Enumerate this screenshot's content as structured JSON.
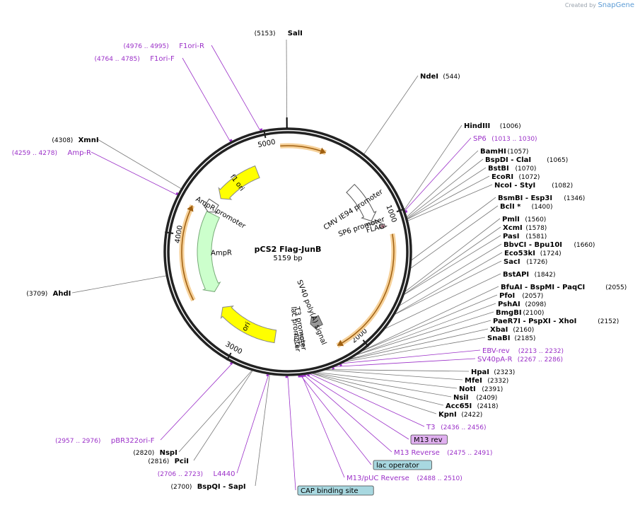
{
  "credit": {
    "prefix": "Created by",
    "brand": "SnapGene"
  },
  "plasmid": {
    "name": "pCS2 Flag-JunB",
    "length_label": "5159 bp",
    "length": 5159
  },
  "tick_labels": [
    {
      "pos": 1000,
      "text": "1000"
    },
    {
      "pos": 2000,
      "text": "2000"
    },
    {
      "pos": 3000,
      "text": "3000"
    },
    {
      "pos": 4000,
      "text": "4000"
    },
    {
      "pos": 5000,
      "text": "5000"
    }
  ],
  "features": [
    {
      "name": "CMV IE94 promoter",
      "label": "CMV IE94 promoter",
      "start": 640,
      "end": 1000,
      "type": "promoter"
    },
    {
      "name": "SP6 promoter",
      "label": "SP6 promoter",
      "start": 1013,
      "end": 1030,
      "type": "promoter"
    },
    {
      "name": "FLAG",
      "label": "FLAG",
      "start": 1060,
      "end": 1090,
      "type": "tag"
    },
    {
      "name": "SV40 poly(A) signal",
      "label": "SV40 poly(A) signal",
      "start": 2213,
      "end": 2330,
      "type": "polyA"
    },
    {
      "name": "T3 promoter",
      "label": "T3 promoter",
      "start": 2436,
      "end": 2456,
      "type": "promoter"
    },
    {
      "name": "lac promoter",
      "label": "lac promoter",
      "start": 2475,
      "end": 2520,
      "type": "promoter"
    },
    {
      "name": "ori",
      "label": "ori",
      "start": 2700,
      "end": 3290,
      "type": "ori"
    },
    {
      "name": "AmpR",
      "label": "AmpR",
      "start": 3460,
      "end": 4250,
      "type": "cds"
    },
    {
      "name": "AmpR promoter",
      "label": "AmpR promoter",
      "start": 4250,
      "end": 4355,
      "type": "promoter"
    },
    {
      "name": "f1 ori",
      "label": "f1 ori",
      "start": 4420,
      "end": 4860,
      "type": "ori"
    }
  ],
  "inner_arrows": [
    {
      "name": "JunB insert",
      "start": 1150,
      "end": 2180
    },
    {
      "name": "upper insert",
      "start": 5100,
      "end": 300
    },
    {
      "name": "AmpR ORF",
      "start": 3480,
      "end": 4240
    }
  ],
  "sites": [
    {
      "name": "SalI",
      "pos": 5153,
      "label_pos": "(5153)",
      "enzyme": true
    },
    {
      "name": "NdeI",
      "pos": 544,
      "label_pos": "(544)",
      "enzyme": true
    },
    {
      "name": "HindIII",
      "pos": 1006,
      "label_pos": "(1006)",
      "enzyme": true
    },
    {
      "name": "SP6",
      "pos": 1013,
      "label_pos": "(1013 .. 1030)",
      "enzyme": false
    },
    {
      "name": "BamHI",
      "pos": 1057,
      "label_pos": "(1057)",
      "enzyme": true
    },
    {
      "name": "BspDI - ClaI",
      "pos": 1065,
      "label_pos": "(1065)",
      "enzyme": true
    },
    {
      "name": "BstBI",
      "pos": 1070,
      "label_pos": "(1070)",
      "enzyme": true
    },
    {
      "name": "EcoRI",
      "pos": 1072,
      "label_pos": "(1072)",
      "enzyme": true
    },
    {
      "name": "NcoI - StyI",
      "pos": 1082,
      "label_pos": "(1082)",
      "enzyme": true
    },
    {
      "name": "BsmBI - Esp3I",
      "pos": 1346,
      "label_pos": "(1346)",
      "enzyme": true
    },
    {
      "name": "BclI *",
      "pos": 1400,
      "label_pos": "(1400)",
      "enzyme": true
    },
    {
      "name": "PmlI",
      "pos": 1560,
      "label_pos": "(1560)",
      "enzyme": true
    },
    {
      "name": "XcmI",
      "pos": 1578,
      "label_pos": "(1578)",
      "enzyme": true
    },
    {
      "name": "PasI",
      "pos": 1581,
      "label_pos": "(1581)",
      "enzyme": true
    },
    {
      "name": "BbvCI - Bpu10I",
      "pos": 1660,
      "label_pos": "(1660)",
      "enzyme": true
    },
    {
      "name": "Eco53kI",
      "pos": 1724,
      "label_pos": "(1724)",
      "enzyme": true
    },
    {
      "name": "SacI",
      "pos": 1726,
      "label_pos": "(1726)",
      "enzyme": true
    },
    {
      "name": "BstAPI",
      "pos": 1842,
      "label_pos": "(1842)",
      "enzyme": true
    },
    {
      "name": "BfuAI - BspMI - PaqCI",
      "pos": 2055,
      "label_pos": "(2055)",
      "enzyme": true
    },
    {
      "name": "PfoI",
      "pos": 2057,
      "label_pos": "(2057)",
      "enzyme": true
    },
    {
      "name": "PshAI",
      "pos": 2098,
      "label_pos": "(2098)",
      "enzyme": true
    },
    {
      "name": "BmgBI",
      "pos": 2100,
      "label_pos": "(2100)",
      "enzyme": true
    },
    {
      "name": "PaeR7I - PspXI - XhoI",
      "pos": 2152,
      "label_pos": "(2152)",
      "enzyme": true
    },
    {
      "name": "XbaI",
      "pos": 2160,
      "label_pos": "(2160)",
      "enzyme": true
    },
    {
      "name": "SnaBI",
      "pos": 2185,
      "label_pos": "(2185)",
      "enzyme": true
    },
    {
      "name": "EBV-rev",
      "pos": 2213,
      "label_pos": "(2213 .. 2232)",
      "enzyme": false
    },
    {
      "name": "SV40pA-R",
      "pos": 2267,
      "label_pos": "(2267 .. 2286)",
      "enzyme": false
    },
    {
      "name": "HpaI",
      "pos": 2323,
      "label_pos": "(2323)",
      "enzyme": true
    },
    {
      "name": "MfeI",
      "pos": 2332,
      "label_pos": "(2332)",
      "enzyme": true
    },
    {
      "name": "NotI",
      "pos": 2391,
      "label_pos": "(2391)",
      "enzyme": true
    },
    {
      "name": "NsiI",
      "pos": 2409,
      "label_pos": "(2409)",
      "enzyme": true
    },
    {
      "name": "Acc65I",
      "pos": 2418,
      "label_pos": "(2418)",
      "enzyme": true
    },
    {
      "name": "KpnI",
      "pos": 2422,
      "label_pos": "(2422)",
      "enzyme": true
    },
    {
      "name": "T3",
      "pos": 2436,
      "label_pos": "(2436 .. 2456)",
      "enzyme": false
    },
    {
      "name": "M13 rev",
      "pos": 2460,
      "label_pos": "",
      "enzyme": false,
      "box": "purple"
    },
    {
      "name": "M13 Reverse",
      "pos": 2475,
      "label_pos": "(2475 .. 2491)",
      "enzyme": false
    },
    {
      "name": "lac operator",
      "pos": 2497,
      "label_pos": "",
      "enzyme": false,
      "box": "teal"
    },
    {
      "name": "M13/pUC Reverse",
      "pos": 2488,
      "label_pos": "(2488 .. 2510)",
      "enzyme": false
    },
    {
      "name": "CAP binding site",
      "pos": 2580,
      "label_pos": "",
      "enzyme": false,
      "box": "teal"
    },
    {
      "name": "BspQI - SapI",
      "pos": 2700,
      "label_pos": "(2700)",
      "enzyme": true
    },
    {
      "name": "L4440",
      "pos": 2706,
      "label_pos": "(2706 .. 2723)",
      "enzyme": false
    },
    {
      "name": "PciI",
      "pos": 2816,
      "label_pos": "(2816)",
      "enzyme": true
    },
    {
      "name": "NspI",
      "pos": 2820,
      "label_pos": "(2820)",
      "enzyme": true
    },
    {
      "name": "pBR322ori-F",
      "pos": 2957,
      "label_pos": "(2957 .. 2976)",
      "enzyme": false
    },
    {
      "name": "AhdI",
      "pos": 3709,
      "label_pos": "(3709)",
      "enzyme": true
    },
    {
      "name": "Amp-R",
      "pos": 4259,
      "label_pos": "(4259 .. 4278)",
      "enzyme": false
    },
    {
      "name": "XmnI",
      "pos": 4308,
      "label_pos": "(4308)",
      "enzyme": true
    },
    {
      "name": "F1ori-F",
      "pos": 4764,
      "label_pos": "(4764 .. 4785)",
      "enzyme": false
    },
    {
      "name": "F1ori-R",
      "pos": 4976,
      "label_pos": "(4976 .. 4995)",
      "enzyme": false
    }
  ],
  "colors": {
    "backbone": "#222222",
    "enzyme_text": "#000000",
    "primer_text": "#9b30c8",
    "promoter_fill": "#ffffff",
    "ori_fill": "#ffff00",
    "ampr_fill": "#ccffcc",
    "insert_arrow": "#f0b650"
  }
}
